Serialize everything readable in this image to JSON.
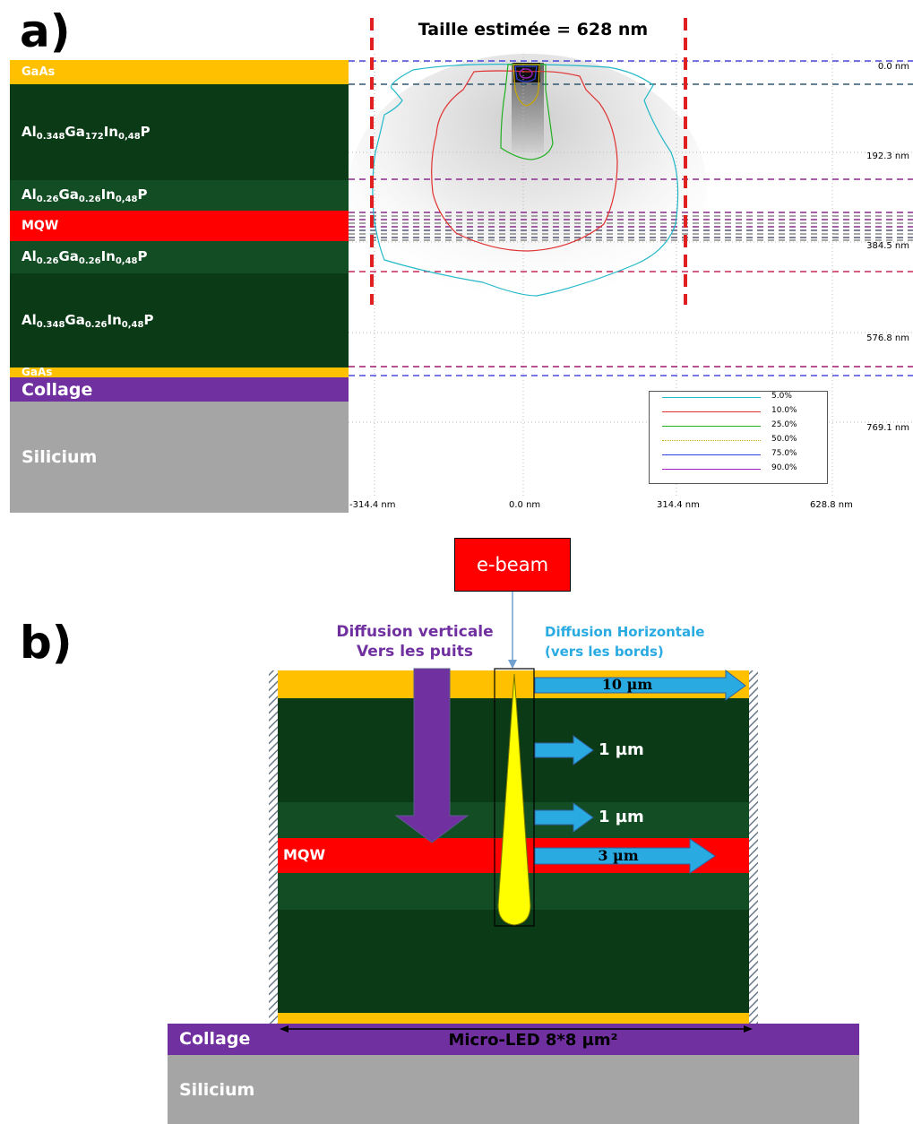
{
  "panel_a": {
    "label": "a)",
    "size_text": "Taille estimée = 628 nm",
    "layers": [
      {
        "name": "GaAs"
      },
      {
        "name": "Al",
        "s1": "0.348",
        "m1": "Ga",
        "s2": "172",
        "m2": "In",
        "s3": "0,48",
        "m3": "P"
      },
      {
        "name": "Al",
        "s1": "0.26",
        "m1": "Ga",
        "s2": "0.26",
        "m2": "In",
        "s3": "0,48",
        "m3": "P"
      },
      {
        "name": "MQW"
      },
      {
        "name": "Al",
        "s1": "0.26",
        "m1": "Ga",
        "s2": "0.26",
        "m2": "In",
        "s3": "0,48",
        "m3": "P"
      },
      {
        "name": "Al",
        "s1": "0.348",
        "m1": "Ga",
        "s2": "0.26",
        "m2": "In",
        "s3": "0,48",
        "m3": "P"
      },
      {
        "name": "GaAs"
      },
      {
        "name": "Collage"
      },
      {
        "name": "Silicium"
      }
    ],
    "y_labels": [
      "0.0 nm",
      "192.3 nm",
      "384.5 nm",
      "576.8 nm",
      "769.1 nm"
    ],
    "x_labels": [
      "-314.4 nm",
      "0.0 nm",
      "314.4 nm",
      "628.8 nm"
    ],
    "legend": [
      {
        "label": "5.0%",
        "color": "#22b8c8"
      },
      {
        "label": "10.0%",
        "color": "#e03030"
      },
      {
        "label": "25.0%",
        "color": "#20b020"
      },
      {
        "label": "50.0%",
        "color": "#c8a800"
      },
      {
        "label": "75.0%",
        "color": "#3040e0"
      },
      {
        "label": "90.0%",
        "color": "#a020c0"
      }
    ]
  },
  "panel_b": {
    "label": "b)",
    "ebeam": "e-beam",
    "vertical_title": "Diffusion verticale",
    "vertical_subtitle": "Vers les puits",
    "horizontal_title": "Diffusion Horizontale",
    "horizontal_subtitle": "(vers les bords)",
    "arrows": [
      "10 µm",
      "1 µm",
      "1 µm",
      "3 µm"
    ],
    "mqw": "MQW",
    "collage": "Collage",
    "silicium": "Silicium",
    "device": "Micro-LED 8*8 µm²"
  },
  "colors": {
    "gaas": "#ffc000",
    "dark_green": "#0b3a17",
    "mid_green": "#124d24",
    "mqw_red": "#ff0000",
    "collage_purple": "#7030a0",
    "silicium_gray": "#a5a5a5",
    "arrow_blue": "#29abe2",
    "diffusion_purple": "#7030a0",
    "horizontal_blue": "#29abe2"
  }
}
